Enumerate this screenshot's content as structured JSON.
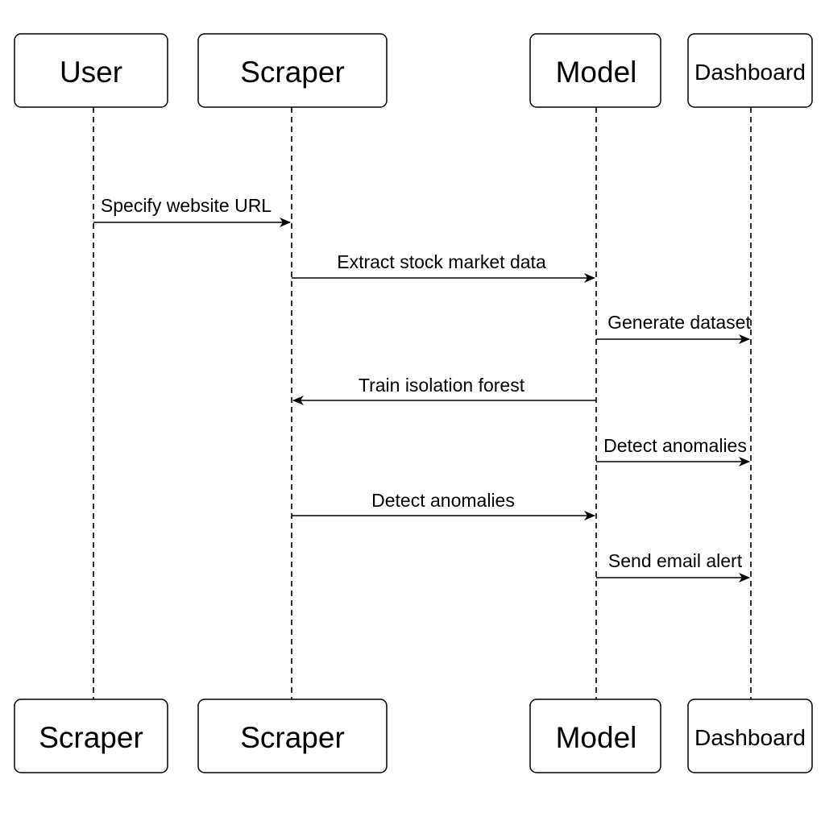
{
  "participants": {
    "top": [
      "User",
      "Scraper",
      "Model",
      "Dashboard"
    ],
    "bottom": [
      "Scraper",
      "Scraper",
      "Model",
      "Dashboard"
    ]
  },
  "messages": [
    {
      "from": "User",
      "to": "Scraper",
      "label": "Specify website URL"
    },
    {
      "from": "Scraper",
      "to": "Model",
      "label": "Extract stock market data"
    },
    {
      "from": "Model",
      "to": "Dashboard",
      "label": "Generate dataset"
    },
    {
      "from": "Model",
      "to": "Scraper",
      "label": "Train isolation forest"
    },
    {
      "from": "Model",
      "to": "Dashboard",
      "label": "Detect anomalies"
    },
    {
      "from": "Scraper",
      "to": "Model",
      "label": "Detect anomalies"
    },
    {
      "from": "Model",
      "to": "Dashboard",
      "label": "Send email alert"
    }
  ],
  "colors": {
    "line": "#000000",
    "box_fill": "#ffffff",
    "background": "#ffffff"
  }
}
